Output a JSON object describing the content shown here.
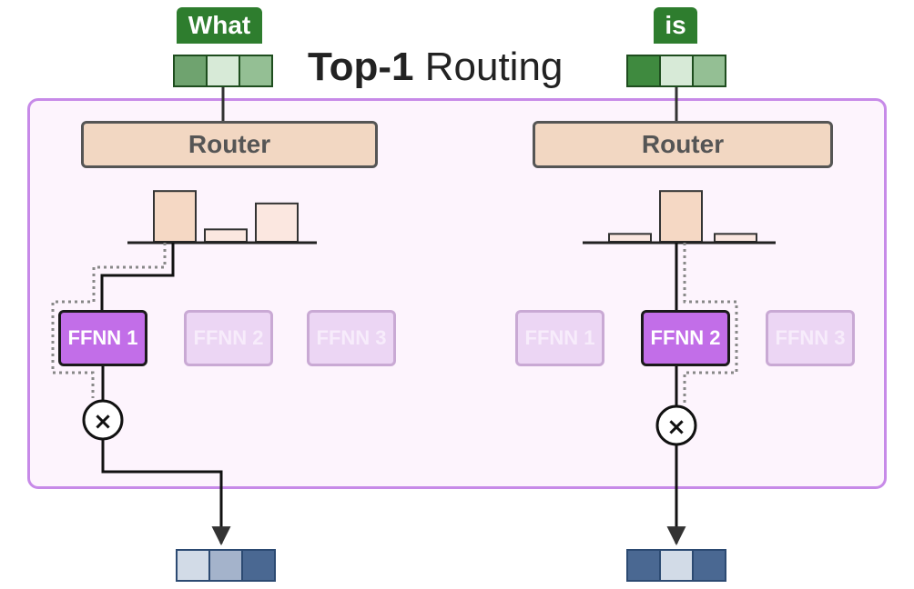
{
  "title": {
    "bold_part": "Top-1",
    "regular_part": "Routing"
  },
  "tokens": [
    {
      "label": "What",
      "input_vector": [
        "#6fa36f",
        "#d7ead7",
        "#94bf94"
      ],
      "output_vector": [
        "#d2dbe7",
        "#a4b3cb",
        "#4a6892"
      ]
    },
    {
      "label": "is",
      "input_vector": [
        "#3f8a3f",
        "#d7ead7",
        "#94bf94"
      ],
      "output_vector": [
        "#4a6892",
        "#d2dbe7",
        "#4a6892"
      ]
    }
  ],
  "routers": [
    {
      "label": "Router",
      "probabilities": [
        0.9,
        0.22,
        0.68
      ],
      "selected_expert": 1
    },
    {
      "label": "Router",
      "probabilities": [
        0.14,
        0.9,
        0.14
      ],
      "selected_expert": 2
    }
  ],
  "experts_left": [
    "FFNN 1",
    "FFNN 2",
    "FFNN 3"
  ],
  "experts_right": [
    "FFNN 1",
    "FFNN 2",
    "FFNN 3"
  ],
  "multiply_symbol": "×",
  "colors": {
    "moe_border": "#c78ae8",
    "moe_fill": "#fdf4fd",
    "router_fill": "#f2d7c2",
    "expert_active": "#c26ee8",
    "token_label": "#2e7d2e",
    "bar_selected": "#f5d8c4",
    "bar_other": "#fbe7e0"
  }
}
